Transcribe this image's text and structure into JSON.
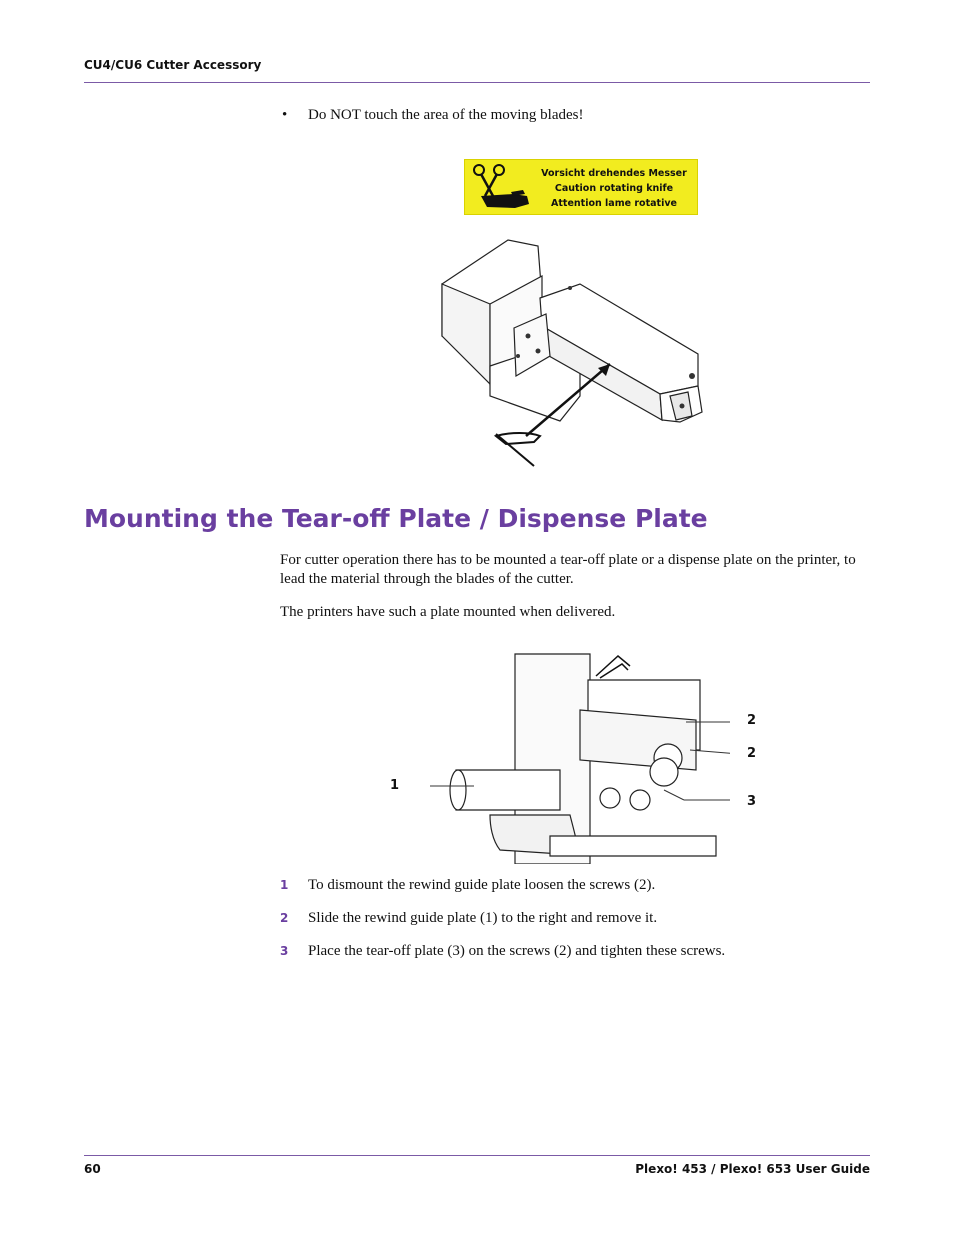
{
  "header": {
    "title": "CU4/CU6 Cutter Accessory"
  },
  "warning": {
    "bullet": "•",
    "text": "Do NOT touch the area of the moving blades!",
    "label_lines": [
      "Vorsicht drehendes Messer",
      "Caution rotating knife",
      "Attention lame rotative"
    ]
  },
  "section": {
    "title": "Mounting the Tear-off Plate / Dispense Plate",
    "paragraphs": [
      "For cutter operation there has to be mounted a tear-off plate or a dispense plate on the printer, to lead the material through the blades of the cutter.",
      "The printers have such a plate mounted when delivered."
    ],
    "callouts": [
      "1",
      "2",
      "2",
      "3"
    ],
    "steps": [
      {
        "num": "1",
        "text": "To dismount the rewind guide plate loosen the screws (2)."
      },
      {
        "num": "2",
        "text": "Slide the rewind guide plate (1) to the right and remove it."
      },
      {
        "num": "3",
        "text": "Place the tear-off plate (3) on the screws (2) and tighten these screws."
      }
    ]
  },
  "footer": {
    "page_number": "60",
    "guide_title": "Plexo! 453 / Plexo! 653 User Guide"
  },
  "colors": {
    "accent": "#6a3fa0",
    "rule": "#7b5aa6",
    "label_yellow": "#f2ec1f"
  }
}
